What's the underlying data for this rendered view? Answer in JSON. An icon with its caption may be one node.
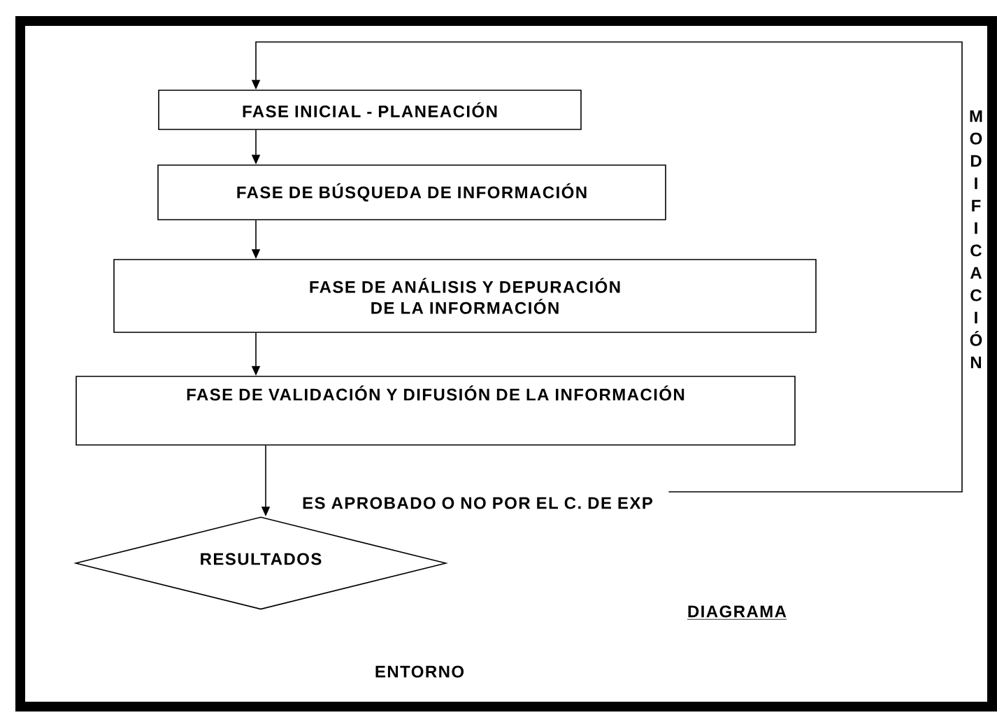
{
  "diagram": {
    "nodes": [
      {
        "text": [
          "ENTORNO"
        ]
      },
      {
        "text": [
          "FASE INICIAL - PLANEACIÓN"
        ],
        "in": 0
      },
      {
        "text": [
          "FASE DE BÚSQUEDA DE INFORMACIÓN"
        ],
        "in": 0
      },
      {
        "text": [
          "FASE DE ANÁLISIS Y DEPURACIÓN DE LA INFORMACIÓN"
        ],
        "in": 0
      },
      {
        "text": [
          "FASE DE VALIDACIÓN Y DIFUSIÓN DE LA INFORMACIÓN"
        ],
        "in": 0
      },
      {
        "text": [
          "RESULTADOS"
        ],
        "in": 0
      },
      {
        "text": [
          "ES APROBADO O NO POR EL C. DE EXP"
        ],
        "in": 0
      }
    ],
    "edges": [
      {
        "from": 1,
        "to": 2,
        "arrow": "to"
      },
      {
        "from": 2,
        "to": 3,
        "arrow": "to"
      },
      {
        "from": 3,
        "to": 4,
        "arrow": "to"
      },
      {
        "from": 4,
        "to": 5,
        "arrow": "to"
      },
      {
        "from": 6,
        "to": 1,
        "arrow": "to",
        "label": "MODIFICACIÓN"
      }
    ],
    "labels": [
      "DIAGRAMA"
    ]
  }
}
